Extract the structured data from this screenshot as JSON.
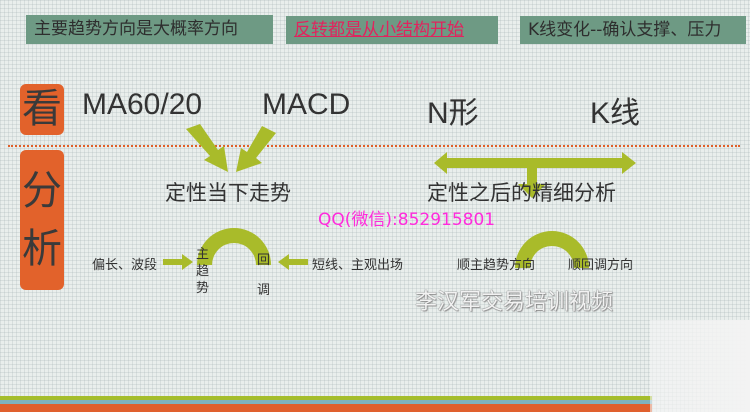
{
  "top_boxes": [
    {
      "label": "主要趋势方向是大概率方向"
    },
    {
      "label": "反转都是从小结构开始"
    },
    {
      "label": "K线变化--确认支撑、压力"
    }
  ],
  "badges": {
    "look": "看",
    "analyze_1": "分",
    "analyze_2": "析"
  },
  "indicators": {
    "ma": "MA60/20",
    "macd": "MACD",
    "n_shape": "N形",
    "kline": "K线"
  },
  "headings": {
    "left": "定性当下走势",
    "right": "定性之后的精细分析"
  },
  "bottom": {
    "long": "偏长、波段",
    "main_trend": "主趋势",
    "pullback": "回调",
    "short": "短线、主观出场",
    "follow_main": "顺主趋势方向",
    "follow_pullback": "顺回调方向"
  },
  "watermarks": {
    "qq": "QQ(微信):852915801",
    "brand": "李汉军交易培训视频"
  },
  "colors": {
    "box": "#6e9a84",
    "badge": "#e2622b",
    "arrow": "#a9bb2a",
    "red_text": "#e0245e",
    "qq": "#ff2bdc"
  }
}
